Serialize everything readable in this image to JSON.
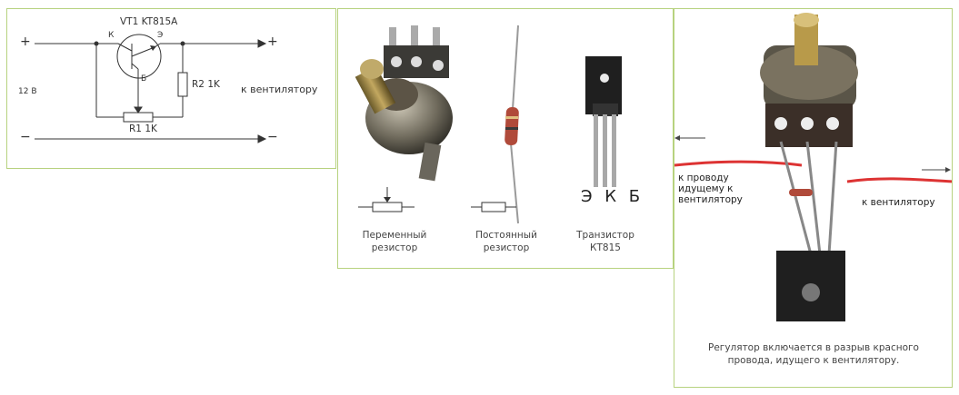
{
  "schematic": {
    "transistor_label": "VT1  KT815A",
    "emitter_label": "Э",
    "collector_label": "К",
    "base_label": "Б",
    "r2_label": "R2  1K",
    "r1_label": "R1  1K",
    "voltage_label": "12 В",
    "fan_label": "к вентилятору",
    "plus_left": "+",
    "plus_right": "+",
    "minus_left": "−",
    "minus_right": "−"
  },
  "parts": {
    "variable_resistor_caption": [
      "Переменный",
      "резистор"
    ],
    "fixed_resistor_caption": [
      "Постоянный",
      "резистор"
    ],
    "transistor_caption": [
      "Транзистор",
      "КТ815"
    ],
    "pinout": "Э К Б"
  },
  "photo": {
    "left_wire_label": [
      "к проводу",
      "идущему к",
      "вентилятору"
    ],
    "right_wire_label": "к вентилятору",
    "caption": [
      "Регулятор включается в разрыв красного",
      "провода, идущего к вентилятору."
    ]
  }
}
